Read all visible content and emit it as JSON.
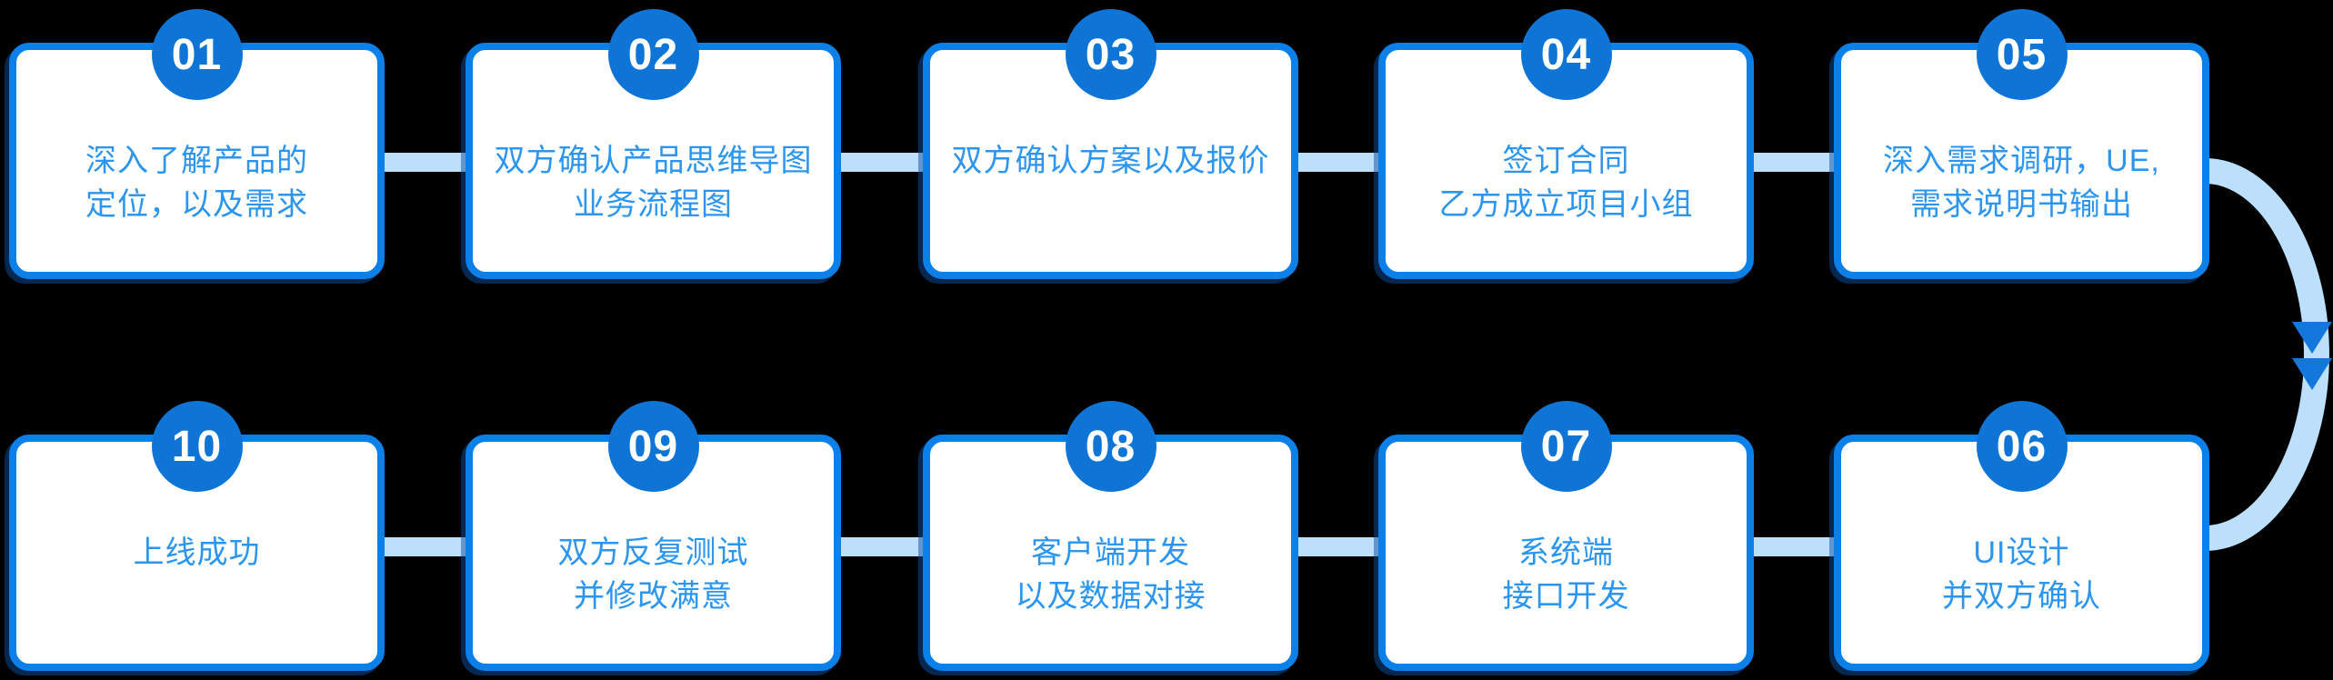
{
  "diagram_type": "process-flow",
  "colors": {
    "background": "#000000",
    "card_background": "#FFFFFF",
    "card_border": "#0B80E8",
    "badge_background": "#0E75D6",
    "badge_text": "#FFFFFF",
    "step_text": "#2B95F0",
    "connector": "#BCDFFC",
    "arrowhead": "#1377DC"
  },
  "steps": [
    {
      "number": "01",
      "lines": [
        "深入了解产品的",
        "定位，以及需求"
      ]
    },
    {
      "number": "02",
      "lines": [
        "双方确认产品思维导图",
        "业务流程图"
      ]
    },
    {
      "number": "03",
      "lines": [
        "双方确认方案以及报价"
      ]
    },
    {
      "number": "04",
      "lines": [
        "签订合同",
        "乙方成立项目小组"
      ]
    },
    {
      "number": "05",
      "lines": [
        "深入需求调研，UE,",
        "需求说明书输出"
      ]
    },
    {
      "number": "06",
      "lines": [
        "UI设计",
        "并双方确认"
      ]
    },
    {
      "number": "07",
      "lines": [
        "系统端",
        "接口开发"
      ]
    },
    {
      "number": "08",
      "lines": [
        "客户端开发",
        "以及数据对接"
      ]
    },
    {
      "number": "09",
      "lines": [
        "双方反复测试",
        "并修改满意"
      ]
    },
    {
      "number": "10",
      "lines": [
        "上线成功"
      ]
    }
  ]
}
